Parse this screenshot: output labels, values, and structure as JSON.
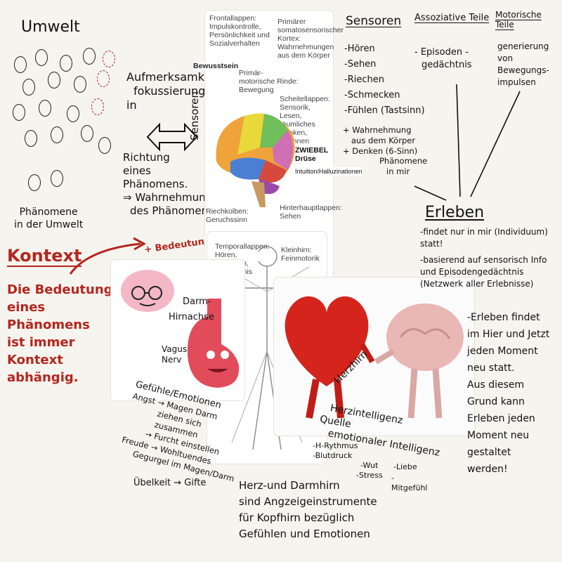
{
  "umwelt": {
    "title": "Umwelt",
    "caption_line1": "Phänomene",
    "caption_line2": "in der Umwelt"
  },
  "kontext": {
    "title": "Kontext",
    "body": [
      "Die Bedeutung",
      "eines",
      "Phänomens",
      "ist immer",
      "Kontext",
      "abhängig."
    ],
    "arrow_label": "Bedeutung"
  },
  "attention": {
    "lines": [
      "Aufmerksamkeits-",
      "fokussierung",
      "in"
    ],
    "richtung": [
      "Richtung",
      "eines",
      "Phänomens.",
      "⇒ Wahrnehmung",
      "des Phänomen"
    ],
    "sensoren_vertical": "Sensoren"
  },
  "brain_labels": {
    "frontallappen": "Frontallappen: Impulskontrolle, Persönlichkeit und Sozialverhalten",
    "somatosensorisch": "Primärer somatosensorischer Kortex: Wahrnehmungen aus dem Körper",
    "bewusstsein": "Bewusstsein",
    "motorisch": "Primär-motorische Rinde: Bewegung",
    "scheitel": "Scheitellappen: Sensorik, Lesen, räumliches Denken, Rechnen",
    "zwiebel": "ZWIEBEL",
    "zwiebel2": "Drüse",
    "intuition": "Intuition/Halluzinationen",
    "riechkolben": "Riechkolben: Geruchssinn",
    "hinterhaupt": "Hinterhauptlappen: Sehen",
    "temporal": "Temporallappen: Hören, Sprechen, Gedächtnis",
    "kleinhirn": "Kleinhirn: Feinmotorik"
  },
  "sensoren": {
    "title": "Sensoren",
    "items": [
      "-Hören",
      "-Sehen",
      "-Riechen",
      "-Schmecken",
      "-Fühlen (Tastsinn)"
    ],
    "extra": [
      "+ Wahrnehmung",
      "aus dem Körper",
      "+ Denken (6-Sinn)"
    ]
  },
  "assoziative": {
    "title": "Assoziative Teile",
    "items": [
      "- Episoden -",
      "gedächtnis"
    ],
    "extra": [
      "Phänomene",
      "in mir"
    ]
  },
  "motorische": {
    "title": "Motorische Teile",
    "items": [
      "generierung",
      "von Bewegungs-",
      "impulsen"
    ]
  },
  "erleben": {
    "title": "Erleben",
    "points": [
      "-findet nur in mir (Individuum) statt!",
      "-basierend auf sensorisch Info und Episodengedächtnis (Netzwerk aller Erlebnisse)"
    ],
    "conclusion": [
      "-Erleben findet",
      "im Hier und Jetzt",
      "jeden Moment",
      "neu statt.",
      "Aus diesem",
      "Grund kann",
      "Erleben jeden",
      "Moment neu",
      "gestaltet",
      "werden!"
    ]
  },
  "darm": {
    "darm_label": "Darm-",
    "hirnachse": "Hirnachse",
    "vagus": [
      "Vagus",
      "Nerv"
    ],
    "gefuehle": [
      "Gefühle/Emotionen",
      "Angst → Magen Darm",
      "ziehen sich",
      "zusammen",
      "→ Furcht einstellen",
      "Freude → Wohltuendes",
      "Gegurgel im Magen/Darm",
      "Übelkeit → Gifte"
    ]
  },
  "herz": {
    "herzhirn": "Herzhirn",
    "lines": [
      "Herzintelligenz",
      "Quelle",
      "emotionaler Intelligenz"
    ],
    "details": [
      "-H-Rythmus",
      "-Blutdruck",
      "-Wut",
      "-Stress",
      "-Liebe",
      "-Mitgefühl"
    ]
  },
  "bottom": {
    "lines": [
      "Herz-und Darmhirn",
      "sind Angzeigeinstrumente",
      "für Kopfhirn bezüglich",
      "Gefühlen und Emotionen"
    ]
  },
  "colors": {
    "red": "#b3261e",
    "ink": "#121212",
    "heart": "#d4241c"
  },
  "icons": [
    "brain-diagram",
    "vitruvian-man",
    "heart-character",
    "brain-character",
    "stomach-character",
    "cartoon-brain-with-glasses"
  ]
}
